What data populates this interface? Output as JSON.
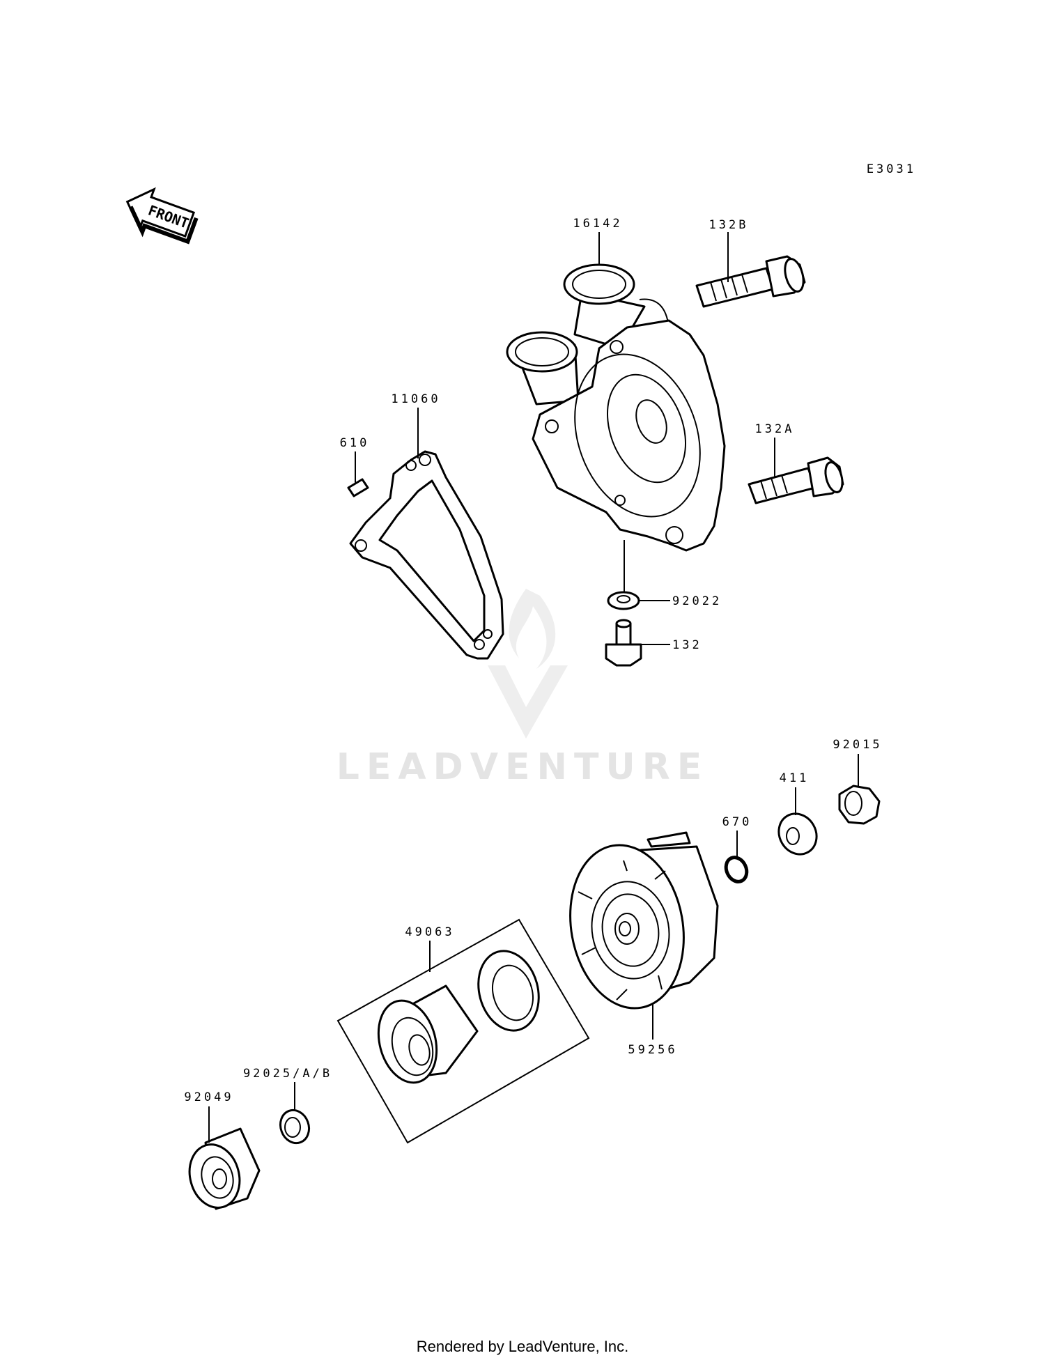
{
  "diagram_code": "E3031",
  "front_label": "FRONT",
  "watermark": "LEADVENTURE",
  "footer": "Rendered by LeadVenture, Inc.",
  "parts": {
    "p16142": "16142",
    "p132B": "132B",
    "p132A": "132A",
    "p11060": "11060",
    "p610": "610",
    "p92022": "92022",
    "p132": "132",
    "p92015": "92015",
    "p411": "411",
    "p670": "670",
    "p49063": "49063",
    "p59256": "59256",
    "p92025": "92025/A/B",
    "p92049": "92049"
  }
}
